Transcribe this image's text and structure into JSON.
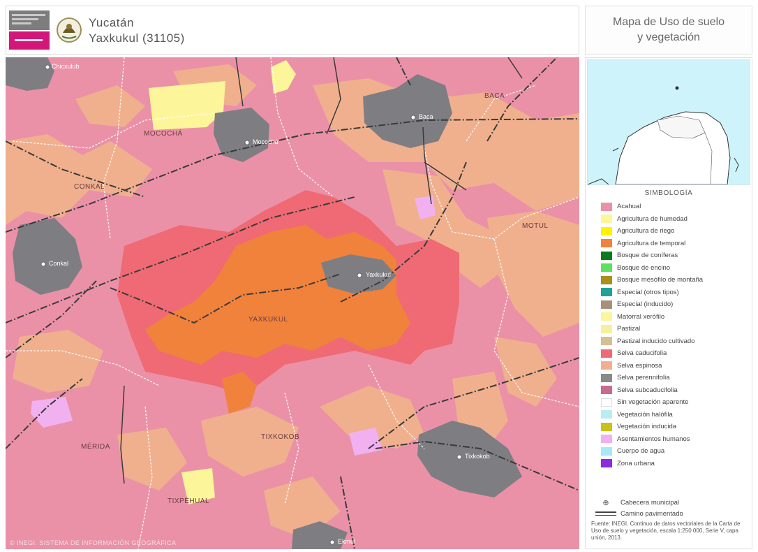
{
  "header": {
    "state": "Yucatán",
    "municipio": "Yaxkukul (31105)"
  },
  "legend_header": {
    "title_line1": "Mapa de Uso de suelo",
    "title_line2": "y vegetación"
  },
  "map": {
    "places": [
      {
        "name": "BACA"
      },
      {
        "name": "MOCOCHÁ"
      },
      {
        "name": "CONKAL"
      },
      {
        "name": "MOTUL"
      },
      {
        "name": "YAXKUKUL"
      },
      {
        "name": "MÉRIDA"
      },
      {
        "name": "TIXKOKOB"
      },
      {
        "name": "TIXPÉHUAL"
      }
    ],
    "localities": [
      "Yaxkukul",
      "Baca",
      "Mocochá",
      "Conkal",
      "Tixkokob",
      "Chicxulub",
      "Ekmul"
    ],
    "credit": "© INEGI. SISTEMA DE INFORMACIÓN GEOGRÁFICA"
  },
  "legend": {
    "simbologia": "SIMBOLOGÍA",
    "items": [
      {
        "label": "Acahual",
        "color": "#ea91a8"
      },
      {
        "label": "Agricultura de humedad",
        "color": "#fdf59a"
      },
      {
        "label": "Agricultura de riego",
        "color": "#fff200"
      },
      {
        "label": "Agricultura de temporal",
        "color": "#f0823c"
      },
      {
        "label": "Bosque de coníferas",
        "color": "#0b7a1c"
      },
      {
        "label": "Bosque de encino",
        "color": "#5ee05e"
      },
      {
        "label": "Bosque mesófilo de montaña",
        "color": "#a8901a"
      },
      {
        "label": "Especial (otros tipos)",
        "color": "#1fa29a"
      },
      {
        "label": "Especial (inducido)",
        "color": "#a89078"
      },
      {
        "label": "Matorral xerófilo",
        "color": "#fbf59c"
      },
      {
        "label": "Pastizal",
        "color": "#f6ef9e"
      },
      {
        "label": "Pastizal inducido cultivado",
        "color": "#d4c091"
      },
      {
        "label": "Selva caducifolia",
        "color": "#ef6a74"
      },
      {
        "label": "Selva espinosa",
        "color": "#f0b08e"
      },
      {
        "label": "Selva perennifolia",
        "color": "#8a8a8a"
      },
      {
        "label": "Selva subcaducifolia",
        "color": "#c86a92"
      },
      {
        "label": "Sin vegetación aparente",
        "color": "#ffffff"
      },
      {
        "label": "Vegetación halófila",
        "color": "#b8eef0"
      },
      {
        "label": "Vegetación inducida",
        "color": "#c9c21b"
      },
      {
        "label": "Asentamientos humanos",
        "color": "#f1b1f0"
      },
      {
        "label": "Cuerpo de agua",
        "color": "#a7e9f4"
      },
      {
        "label": "Zona urbana",
        "color": "#8a2be2"
      }
    ],
    "symbols": {
      "cabecera": "Cabecera municipal",
      "camino": "Camino pavimentado"
    },
    "source": "Fuente: INEGI. Continuo de datos vectoriales de la Carta de Uso de suelo y vegetación, escala 1:250 000, Serie V, capa unión, 2013."
  },
  "colors": {
    "urban": "#7e7e82",
    "road": "#3a3a3a",
    "border": "#ffffff"
  }
}
